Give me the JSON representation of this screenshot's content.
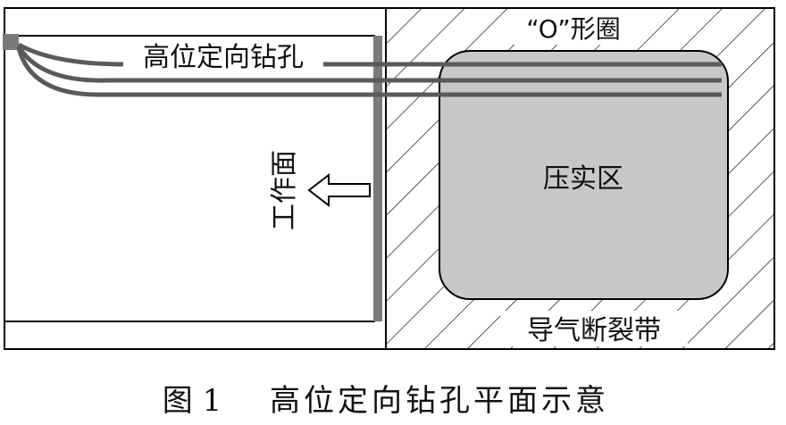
{
  "labels": {
    "high_position_borehole": "高位定向钻孔",
    "o_ring": "“O”形圈",
    "compacted_zone": "压实区",
    "working_face": "工作面",
    "fracture_zone": "导气断裂带"
  },
  "caption": {
    "figure_number": "图 1",
    "title": "高位定向钻孔平面示意"
  },
  "colors": {
    "outline": "#000000",
    "borehole": "#5a5a5a",
    "face_bar": "#7a7a7a",
    "compacted_fill": "#c8c8c8",
    "hatch": "#000000"
  }
}
